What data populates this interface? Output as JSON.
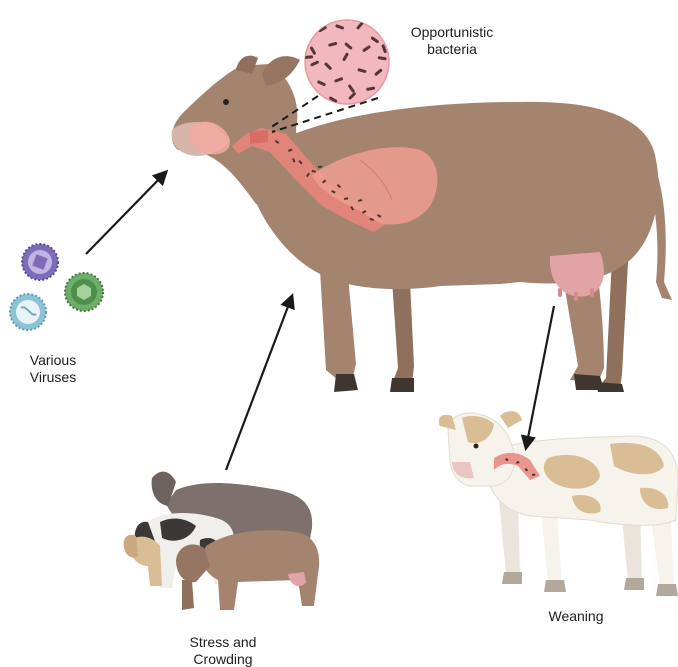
{
  "labels": {
    "bacteria_line1": "Opportunistic",
    "bacteria_line2": "bacteria",
    "viruses_line1": "Various",
    "viruses_line2": "Viruses",
    "stress_line1": "Stress and",
    "stress_line2": "Crowding",
    "weaning": "Weaning"
  },
  "colors": {
    "adult_cow": "#a4846e",
    "respiratory_tract": "#e8857c",
    "lung": "#ee9c92",
    "bacteria_circle": "#f2b8bd",
    "bacteria_rod": "#55343a",
    "udder": "#e2a3a6",
    "grey_cow": "#7d706d",
    "calf_white": "#f6f2ec",
    "calf_patch": "#d9bd94",
    "arrow": "#1a1a1a",
    "virus_purple": "#7e6bb7",
    "virus_blue": "#8ec3d6",
    "virus_green": "#4f8f4c"
  },
  "icons": [
    "virus-icon",
    "bacteria-icon",
    "cow-icon",
    "lung-icon",
    "calf-icon"
  ]
}
